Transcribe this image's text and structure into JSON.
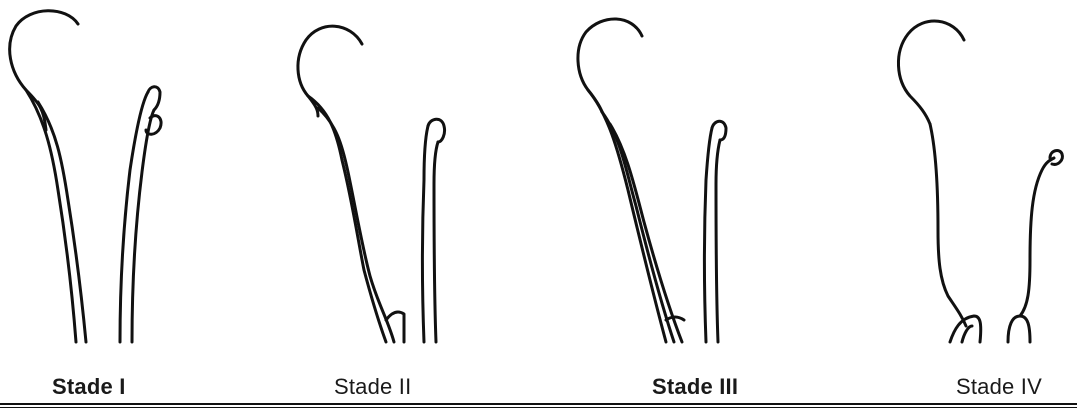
{
  "stages": [
    {
      "label": "Stade I"
    },
    {
      "label": "Stade II"
    },
    {
      "label": "Stade III"
    },
    {
      "label": "Stade IV"
    }
  ],
  "colors": {
    "line": "#111111",
    "background": "#ffffff"
  }
}
